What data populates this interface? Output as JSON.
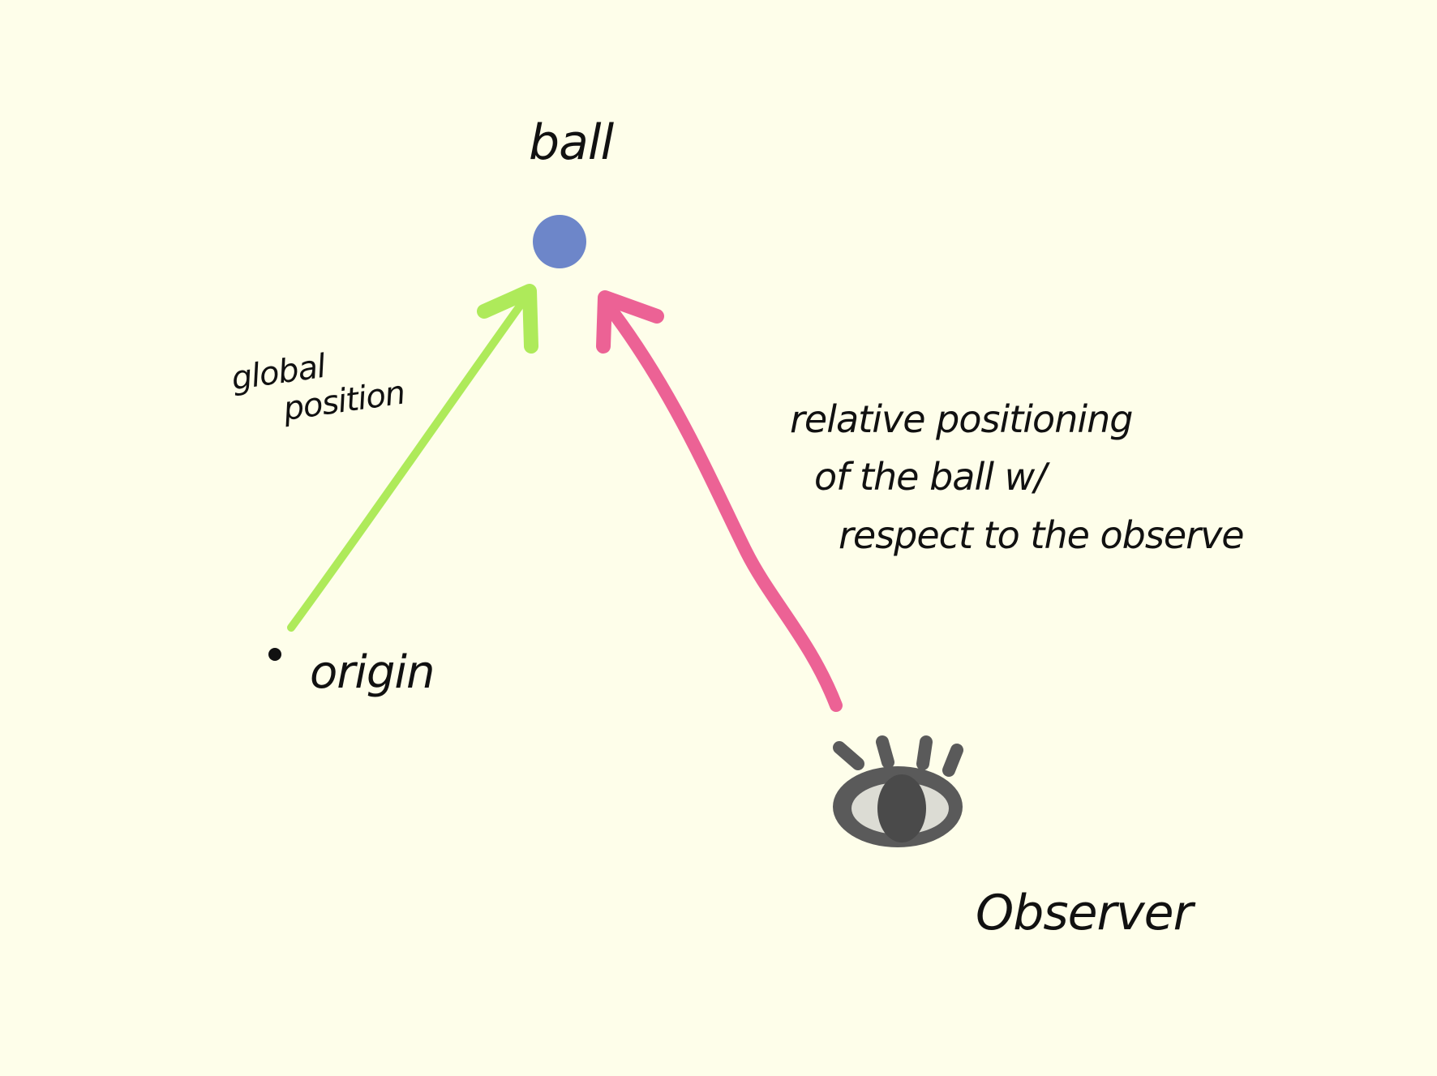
{
  "labels": {
    "ball": "ball",
    "global_position": [
      "global",
      "position"
    ],
    "origin": "origin",
    "relative": [
      "relative positioning",
      "of the ball w/",
      "respect to the observe"
    ],
    "observer": "Observer"
  },
  "colors": {
    "background": "#fefeea",
    "ball": "#6d86c9",
    "global_arrow": "#aeea5a",
    "relative_arrow": "#ec6295",
    "eye": "#5a5a5a",
    "ink": "#111111"
  },
  "icons": {
    "observer": "eye-icon"
  }
}
